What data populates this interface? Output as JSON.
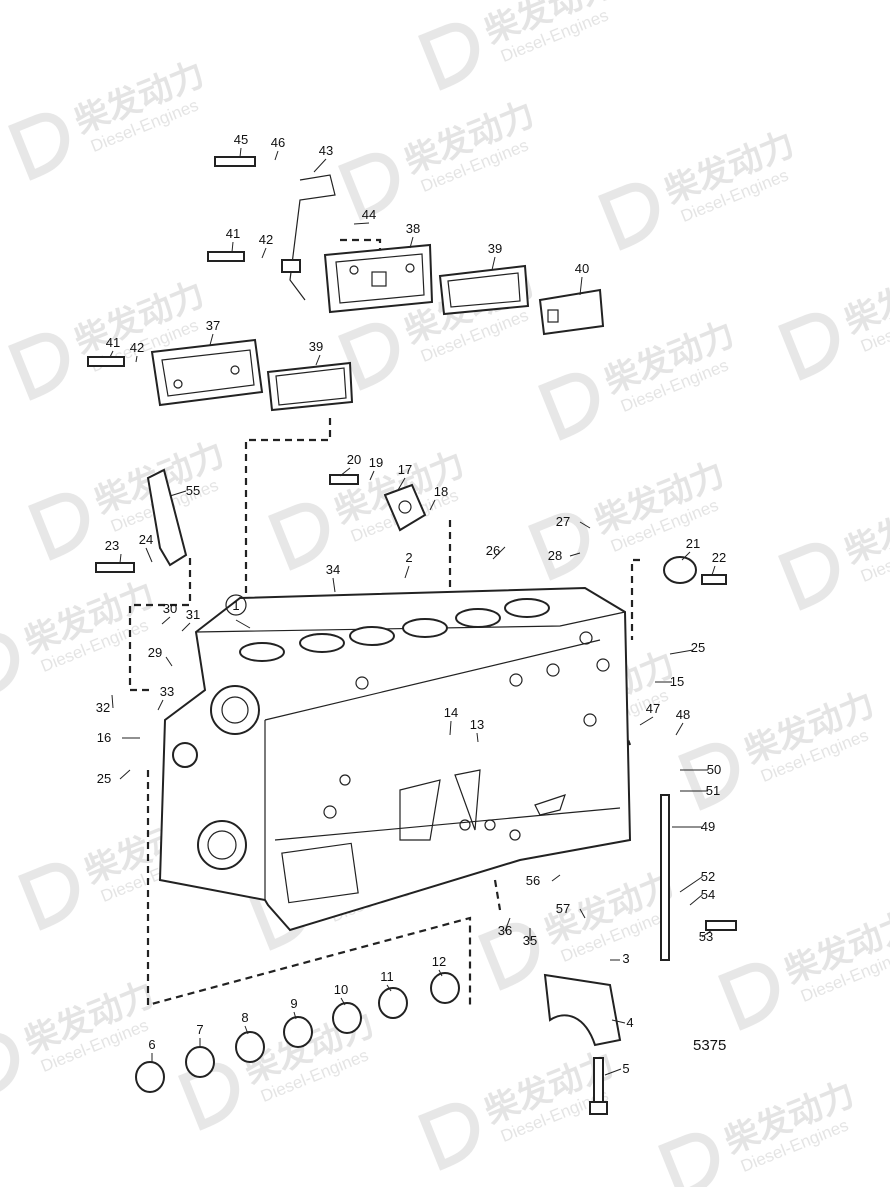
{
  "diagram": {
    "figure_number": "5375",
    "watermark": {
      "cn": "柴发动力",
      "en": "Diesel-Engines"
    },
    "labels": [
      "1",
      "2",
      "3",
      "4",
      "5",
      "6",
      "7",
      "8",
      "9",
      "10",
      "11",
      "12",
      "13",
      "14",
      "15",
      "16",
      "17",
      "18",
      "19",
      "20",
      "21",
      "22",
      "23",
      "24",
      "25",
      "25",
      "26",
      "27",
      "28",
      "29",
      "30",
      "31",
      "32",
      "33",
      "34",
      "35",
      "36",
      "37",
      "38",
      "39",
      "39",
      "40",
      "41",
      "41",
      "42",
      "42",
      "43",
      "44",
      "45",
      "46",
      "47",
      "48",
      "49",
      "50",
      "51",
      "52",
      "53",
      "54",
      "55",
      "56",
      "57"
    ]
  }
}
